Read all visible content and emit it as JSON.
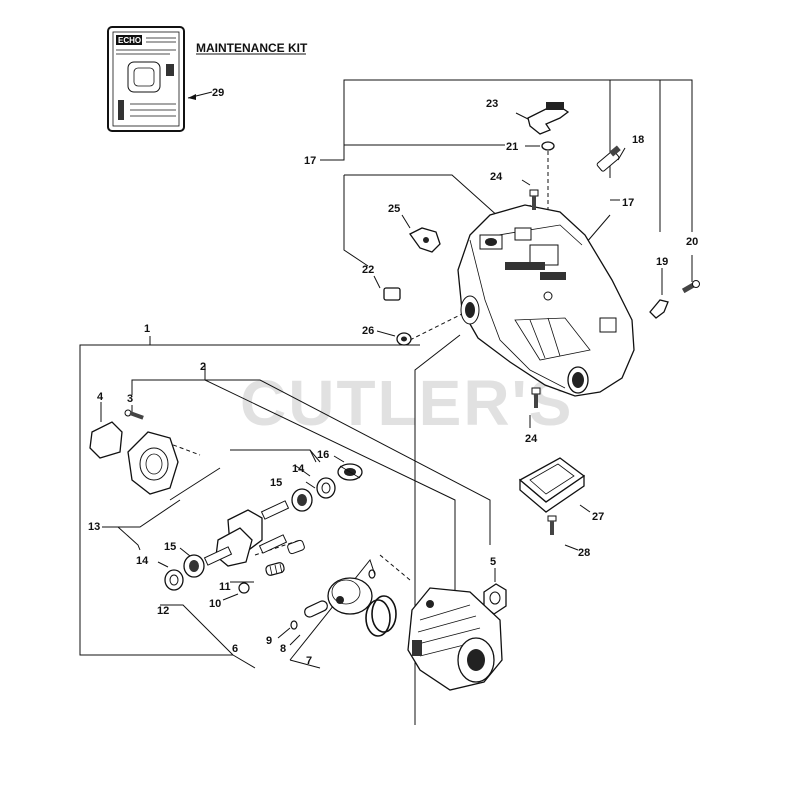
{
  "title": "MAINTENANCE KIT",
  "watermark": "CUTLER'S",
  "brand": "ECHO",
  "callouts": {
    "c1": "1",
    "c2": "2",
    "c3": "3",
    "c4": "4",
    "c5": "5",
    "c6": "6",
    "c7": "7",
    "c8": "8",
    "c9": "9",
    "c10": "10",
    "c11": "11",
    "c12": "12",
    "c13": "13",
    "c14a": "14",
    "c14b": "14",
    "c15a": "15",
    "c15b": "15",
    "c16": "16",
    "c17a": "17",
    "c17b": "17",
    "c18": "18",
    "c19": "19",
    "c20": "20",
    "c21": "21",
    "c22": "22",
    "c23": "23",
    "c24a": "24",
    "c24b": "24",
    "c25": "25",
    "c26": "26",
    "c27": "27",
    "c28": "28",
    "c29": "29"
  }
}
